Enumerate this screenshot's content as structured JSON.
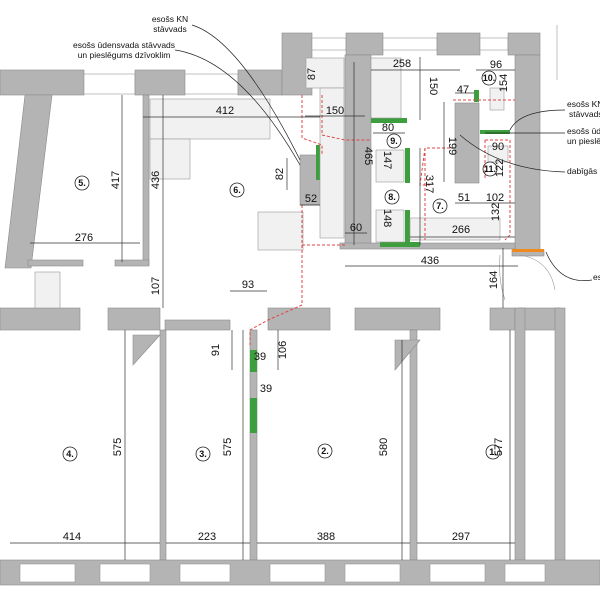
{
  "annotations": {
    "kn_riser_top": [
      "esošs KN",
      "stāvvads"
    ],
    "water_riser_top": [
      "esošs ūdensvada stāvvads",
      "un pieslēgums dzīvoklim"
    ],
    "kn_riser_right": [
      "esošs KN",
      "stāvvads"
    ],
    "water_riser_right": [
      "esošs ūdensvada stāvvads",
      "un pieslēgums dzīvoklim"
    ],
    "gas_right": "dabīgās r",
    "entry_right": "es"
  },
  "rooms": [
    "5.",
    "6.",
    "4.",
    "3.",
    "2.",
    "1.",
    "7.",
    "8.",
    "9.",
    "10.",
    "11."
  ],
  "dimensions": {
    "d412": "412",
    "d417": "417",
    "d436a": "436",
    "d276": "276",
    "d107": "107",
    "d93": "93",
    "d82": "82",
    "d52": "52",
    "d150a": "150",
    "d465": "465",
    "d60": "60",
    "d87": "87",
    "d258": "258",
    "d150b": "150",
    "d96": "96",
    "d154": "154",
    "d47": "47",
    "d80": "80",
    "d147": "147",
    "d148": "148",
    "d199": "199",
    "d317": "317",
    "d90": "90",
    "d122": "122",
    "d51": "51",
    "d102": "102",
    "d132": "132",
    "d266": "266",
    "d436b": "436",
    "d164": "164",
    "d91": "91",
    "d106": "106",
    "d39a": "39",
    "d39b": "39",
    "d575a": "575",
    "d575b": "575",
    "d580": "580",
    "d577": "577",
    "d414": "414",
    "d223": "223",
    "d388": "388",
    "d297": "297"
  },
  "colors": {
    "wall": "#b4b4b4",
    "pipe": "#e04545",
    "new_wall": "#3d9e3d",
    "door_mark": "#f08a1c"
  }
}
